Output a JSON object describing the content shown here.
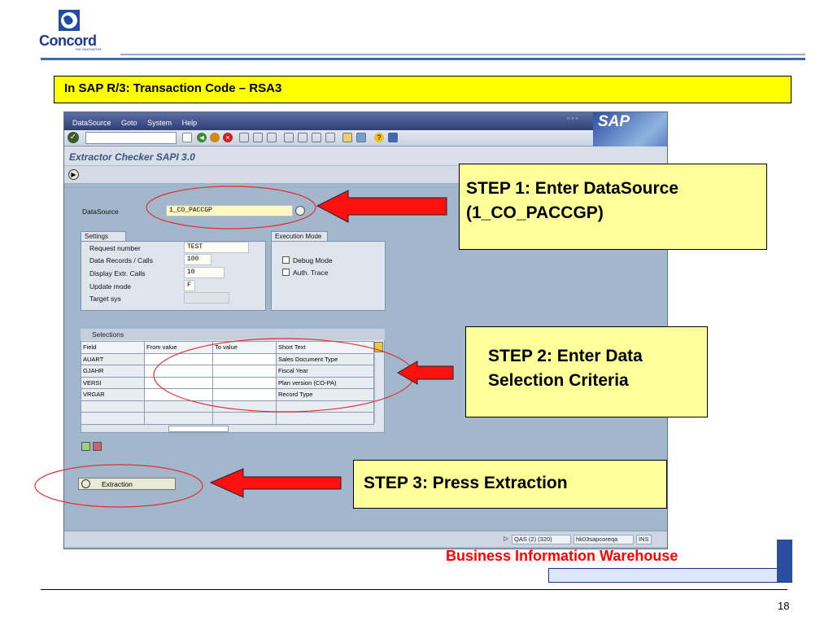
{
  "logo": {
    "name": "Concord",
    "tagline": "THE INNOVATOR"
  },
  "banner": {
    "title": "In SAP R/3: Transaction Code – RSA3"
  },
  "sap": {
    "menu": [
      "DataSource",
      "Goto",
      "System",
      "Help"
    ],
    "logo_text": "SAP",
    "window_title": "Extractor Checker SAPI 3.0",
    "datasource": {
      "label": "DataSource",
      "value": "1_CO_PACCGP"
    },
    "settings": {
      "tab": "Settings",
      "fields": [
        {
          "label": "Request number",
          "value": "TEST"
        },
        {
          "label": "Data Records / Calls",
          "value": "100"
        },
        {
          "label": "Display Extr. Calls",
          "value": "10"
        },
        {
          "label": "Update mode",
          "value": "F"
        },
        {
          "label": "Target sys",
          "value": ""
        }
      ]
    },
    "execution_mode": {
      "tab": "Execution Mode",
      "options": [
        "Debug Mode",
        "Auth. Trace"
      ]
    },
    "selections": {
      "title": "Selections",
      "columns": [
        "Field",
        "From value",
        "To value",
        "Short Text"
      ],
      "rows": [
        {
          "field": "AUART",
          "text": "Sales Document Type"
        },
        {
          "field": "GJAHR",
          "text": "Fiscal Year"
        },
        {
          "field": "VERSI",
          "text": "Plan version (CO-PA)"
        },
        {
          "field": "VRGAR",
          "text": "Record Type"
        }
      ]
    },
    "extraction_button": "Extraction",
    "status": {
      "system": "QAS (2) (320)",
      "host": "hk03sapcoreqa",
      "mode": "INS"
    }
  },
  "callouts": {
    "step1_line1": "STEP 1: Enter DataSource",
    "step1_line2": "(1_CO_PACCGP)",
    "step2_line1": "STEP 2: Enter Data",
    "step2_line2": "Selection Criteria",
    "step3": "STEP 3: Press Extraction"
  },
  "footer": {
    "brand": "Business Information Warehouse",
    "page": "18"
  },
  "colors": {
    "banner": "#ffff00",
    "callout": "#ffff99",
    "arrow": "#ff0000",
    "sap_bg": "#a2b7cb"
  }
}
